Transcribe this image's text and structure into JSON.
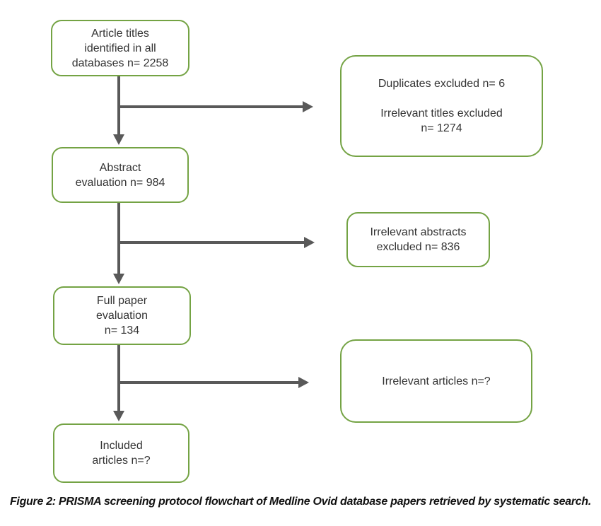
{
  "figure": {
    "caption": "Figure 2: PRISMA screening protocol flowchart of Medline Ovid database papers retrieved by systematic search."
  },
  "colors": {
    "box_border_green": "#74a344",
    "arrow_gray": "#595959",
    "box_text": "#333333",
    "caption_text": "#111111"
  },
  "flowchart": {
    "stages": [
      {
        "id": "article-titles",
        "text": "Article titles\nidentified in all\ndatabases n= 2258",
        "n": "2258"
      },
      {
        "id": "abstract-evaluation",
        "text": "Abstract\nevaluation n= 984",
        "n": "984"
      },
      {
        "id": "full-paper-evaluation",
        "text": "Full paper\nevaluation\nn= 134",
        "n": "134"
      },
      {
        "id": "included-articles",
        "text": "Included\narticles n=?",
        "n": "?"
      }
    ],
    "exclusions": [
      {
        "id": "duplicates-and-irrelevant-titles",
        "text": "Duplicates excluded n= 6\n\nIrrelevant titles excluded\nn= 1274",
        "n_duplicates": "6",
        "n_titles": "1274"
      },
      {
        "id": "irrelevant-abstracts",
        "text": "Irrelevant abstracts\nexcluded n= 836",
        "n": "836"
      },
      {
        "id": "irrelevant-articles",
        "text": "Irrelevant articles n=?",
        "n": "?"
      }
    ]
  }
}
